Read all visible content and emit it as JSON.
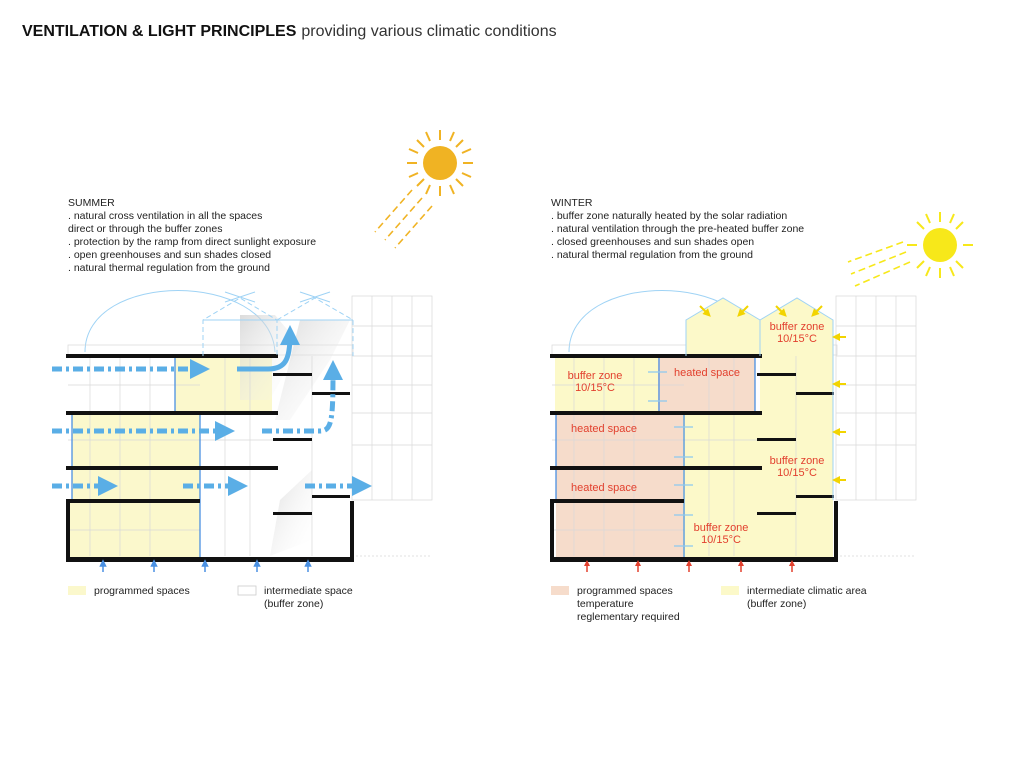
{
  "title": {
    "bold": "VENTILATION & LIGHT PRINCIPLES",
    "light": "providing various climatic conditions"
  },
  "summer": {
    "heading": "SUMMER",
    "lines": [
      ". natural cross ventilation in all the spaces",
      "direct or  through the buffer zones",
      ". protection by the ramp from direct sunlight exposure",
      ". open greenhouses and sun shades closed",
      ". natural thermal regulation from the ground"
    ],
    "legend": [
      {
        "label": [
          "programmed spaces"
        ],
        "color": "#fbf8cc"
      },
      {
        "label": [
          "intermediate space",
          "(buffer zone)"
        ],
        "color": "#ffffff"
      }
    ]
  },
  "winter": {
    "heading": "WINTER",
    "lines": [
      ". buffer zone naturally heated by the solar radiation",
      ". natural ventilation through the pre-heated buffer zone",
      ". closed greenhouses and sun shades open",
      ". natural thermal regulation from the ground"
    ],
    "zones": {
      "buffer_label": "buffer zone",
      "buffer_temp": "10/15°C",
      "heated_label": "heated space"
    },
    "legend": [
      {
        "label": [
          "programmed spaces",
          "temperature",
          "reglementary required"
        ],
        "color": "#f6dccb"
      },
      {
        "label": [
          "intermediate climatic area",
          "(buffer zone)"
        ],
        "color": "#fcf9c9"
      }
    ]
  },
  "colors": {
    "summer_sun": "#f0b323",
    "winter_sun": "#f7e81a",
    "airflow": "#5aaee6",
    "heat": "#e2402e"
  }
}
